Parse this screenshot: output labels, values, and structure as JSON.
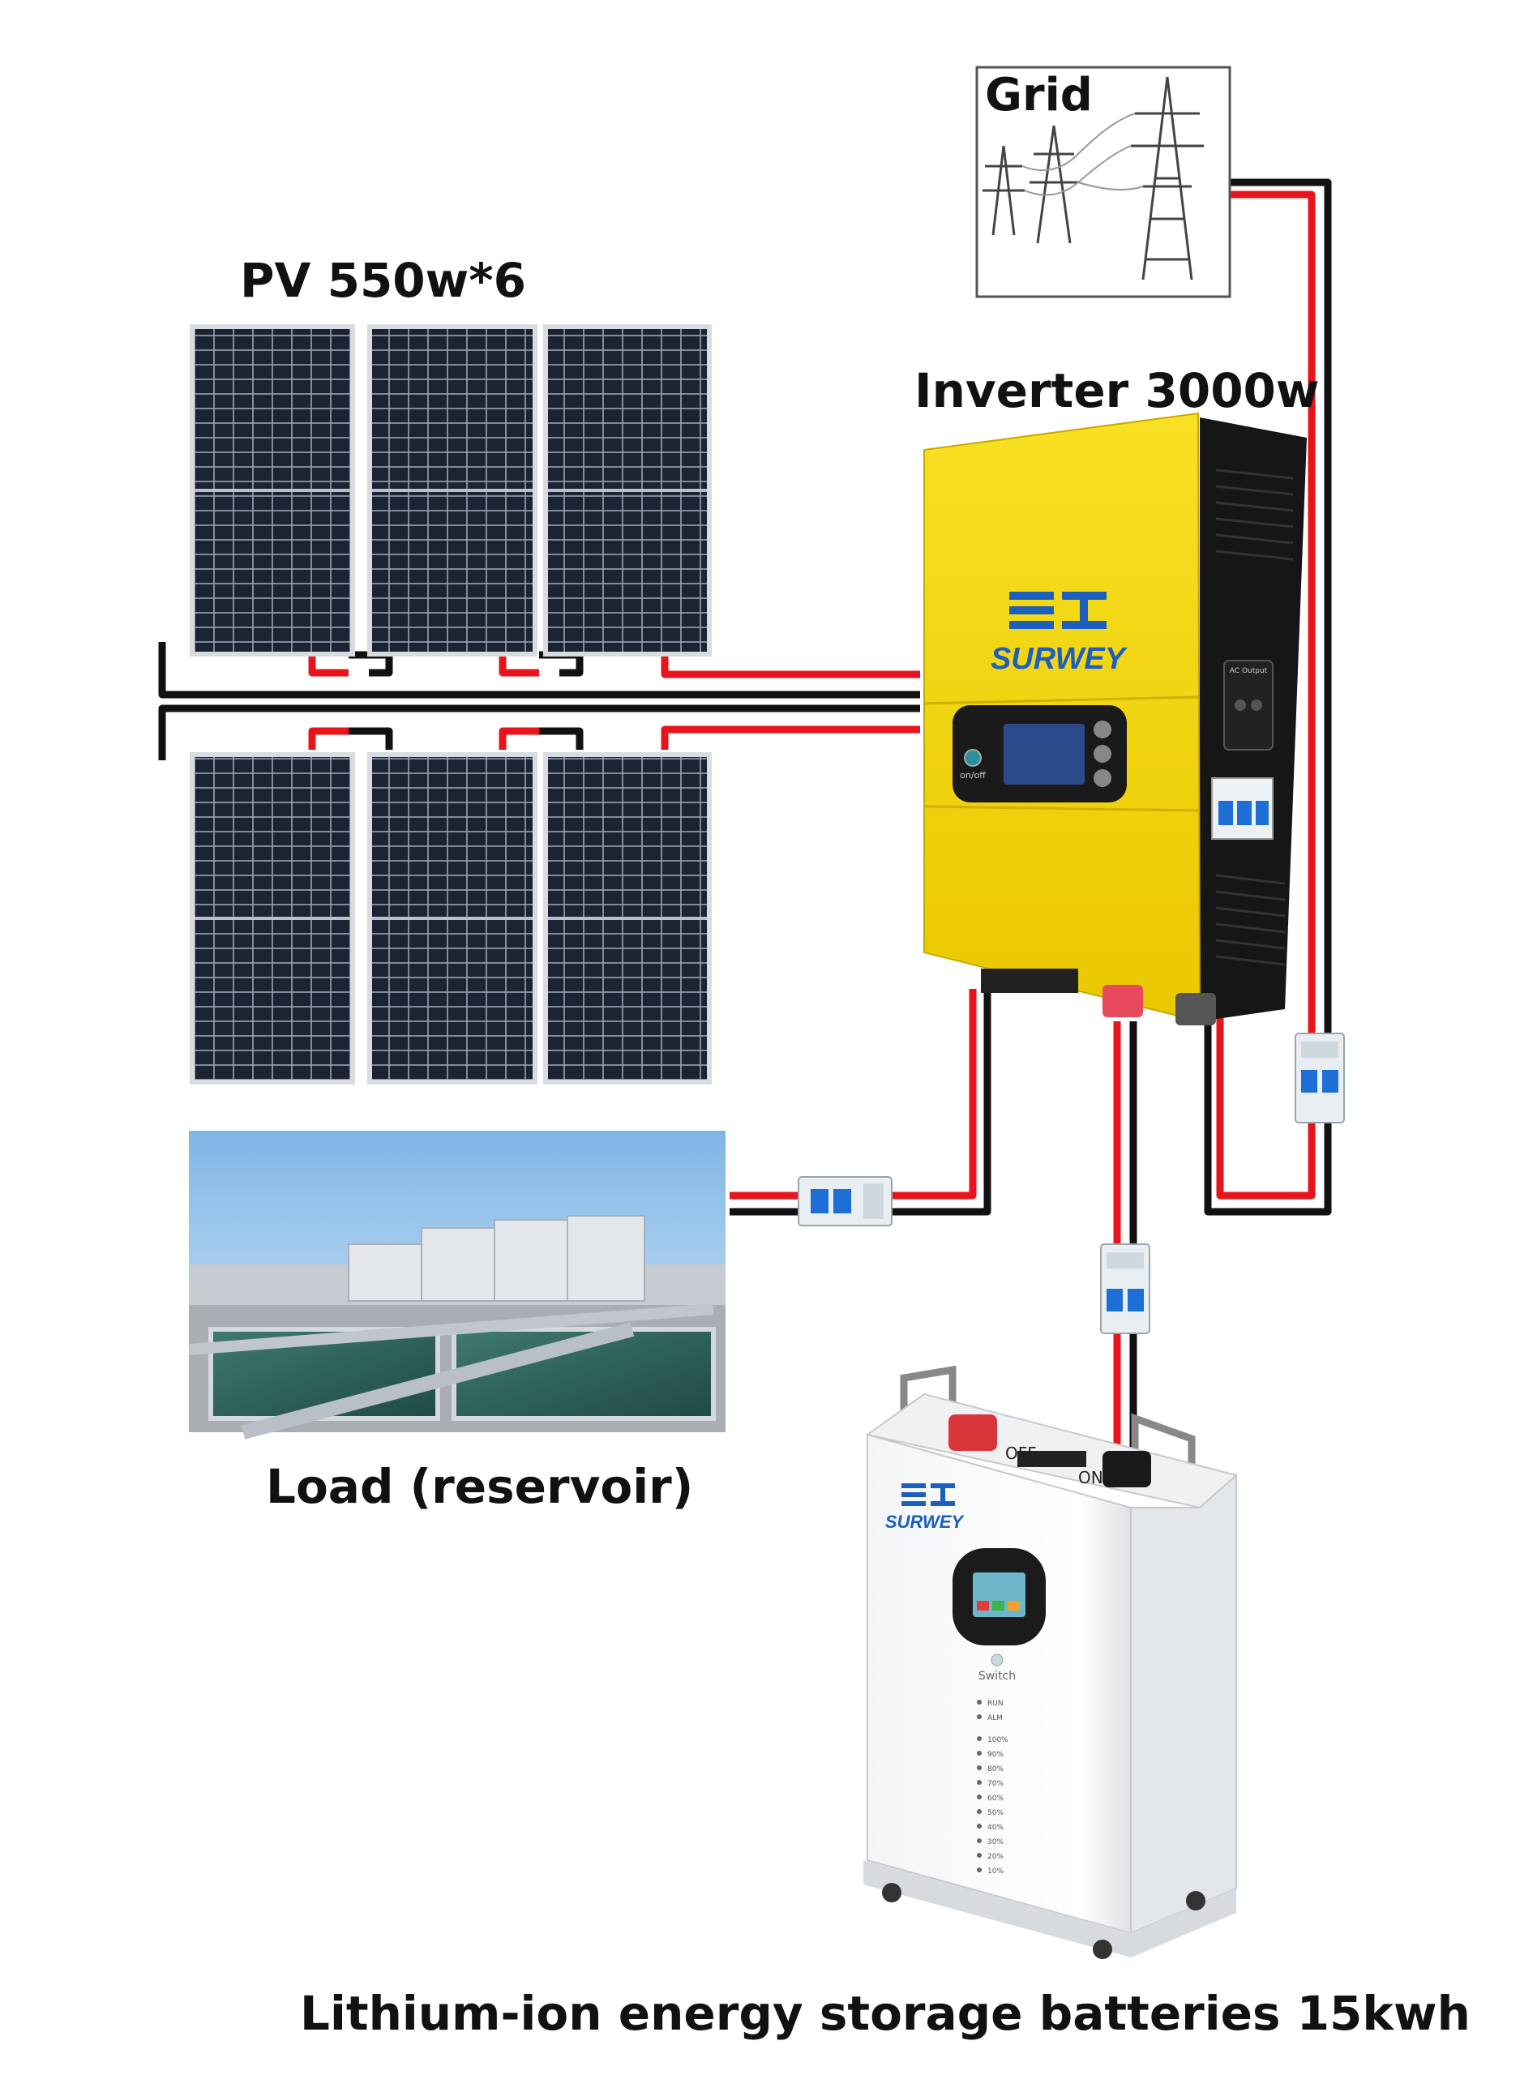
{
  "labels": {
    "grid": "Grid",
    "pv": "PV 550w*6",
    "inverter": "Inverter 3000w",
    "load": "Load (reservoir)",
    "battery": "Lithium-ion energy storage batteries 15kwh"
  },
  "inverter": {
    "brand": "SURWEY",
    "power_button": "on/off",
    "ac_output": "AC Output"
  },
  "battery": {
    "brand": "SURWEY",
    "off_label": "OFF",
    "on_label": "ON",
    "switch_label": "Switch",
    "run_label": "RUN",
    "alm_label": "ALM",
    "soc_levels": [
      "100%",
      "90%",
      "80%",
      "70%",
      "60%",
      "50%",
      "40%",
      "30%",
      "20%",
      "10%"
    ]
  },
  "colors": {
    "wire_positive": "#e8141b",
    "wire_negative": "#111111",
    "inverter_body": "#f5d60a",
    "panel_cell": "#1c2333",
    "breaker_body": "#e9eef3",
    "breaker_lever": "#1d6fd6"
  }
}
